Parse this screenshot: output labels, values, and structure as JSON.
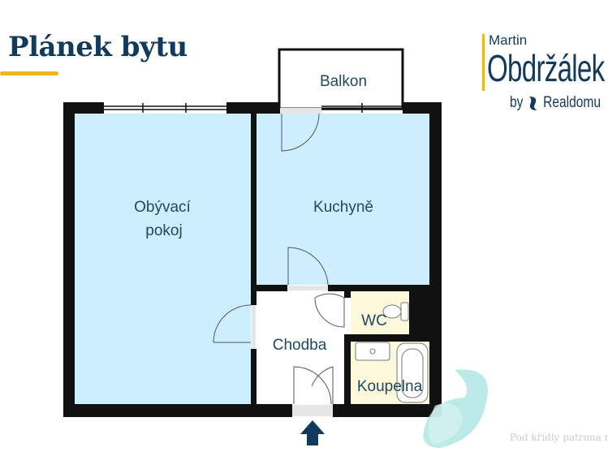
{
  "title": "Plánek bytu",
  "logo": {
    "first_name": "Martin",
    "last_name": "Obdržálek",
    "by_line": "by",
    "company": "Realdomu",
    "brand_icon": "realdomu-swirl-icon"
  },
  "rooms": {
    "obyvaci_line1": "Obývací",
    "obyvaci_line2": "pokoj",
    "kuchyne": "Kuchyně",
    "balkon": "Balkon",
    "chodba": "Chodba",
    "wc": "WC",
    "koupelna": "Koupelna"
  },
  "watermark": "Pod křídly patrona r",
  "colors": {
    "room_fill": "#cdeefe",
    "bath_fill": "#fbf8dc",
    "wall": "#111111",
    "title": "#123a5c",
    "accent": "#f0b51a",
    "entrance_arrow": "#123a5c"
  },
  "icons": [
    "entrance-arrow-icon",
    "realdomu-swirl-icon"
  ]
}
